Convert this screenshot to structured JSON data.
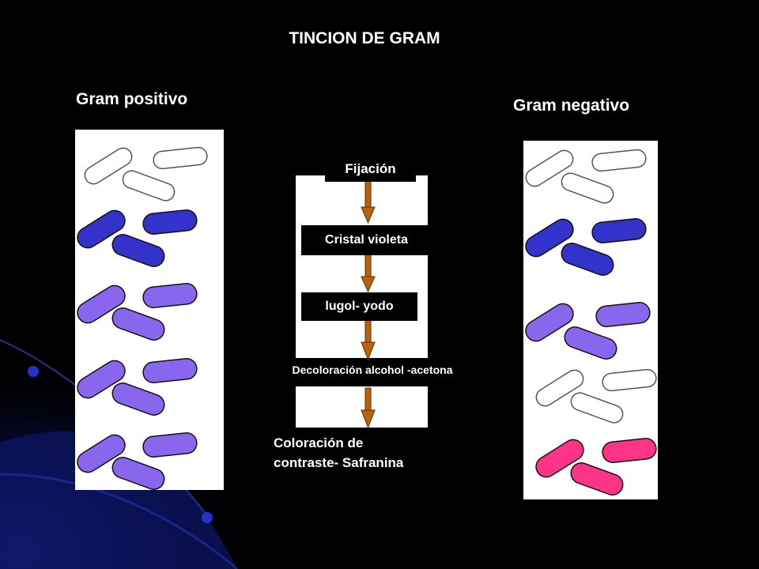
{
  "title": "TINCION DE GRAM",
  "labels": {
    "gram_positive": "Gram positivo",
    "gram_negative": "Gram negativo"
  },
  "steps": {
    "fijacion": "Fijación",
    "cristal": "Cristal violeta",
    "lugol": "lugol- yodo",
    "decoloracion": "Decoloración alcohol -acetona",
    "contraste_line1": "Coloración de",
    "contraste_line2": "contraste- Safranina"
  },
  "colors": {
    "background": "#000000",
    "uncolored": "#ffffff",
    "crystal_violet": "#3333cc",
    "purple": "#8866ee",
    "safranin": "#ff3388",
    "arrow": "#b8620e"
  }
}
